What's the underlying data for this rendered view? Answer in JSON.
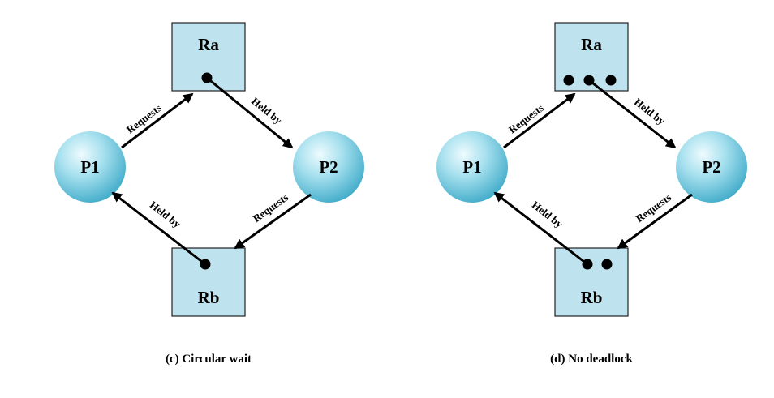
{
  "diagrams": [
    {
      "caption": "(c) Circular wait",
      "resources": [
        {
          "label": "Ra",
          "instances": 1
        },
        {
          "label": "Rb",
          "instances": 1
        }
      ],
      "processes": [
        {
          "label": "P1"
        },
        {
          "label": "P2"
        }
      ],
      "edges": [
        {
          "from": "P1",
          "to": "Ra",
          "label": "Requests"
        },
        {
          "from": "Ra",
          "to": "P2",
          "label": "Held by"
        },
        {
          "from": "P2",
          "to": "Rb",
          "label": "Requests"
        },
        {
          "from": "Rb",
          "to": "P1",
          "label": "Held by"
        }
      ]
    },
    {
      "caption": "(d) No deadlock",
      "resources": [
        {
          "label": "Ra",
          "instances": 3
        },
        {
          "label": "Rb",
          "instances": 2
        }
      ],
      "processes": [
        {
          "label": "P1"
        },
        {
          "label": "P2"
        }
      ],
      "edges": [
        {
          "from": "P1",
          "to": "Ra",
          "label": "Requests"
        },
        {
          "from": "Ra",
          "to": "P2",
          "label": "Held by"
        },
        {
          "from": "P2",
          "to": "Rb",
          "label": "Requests"
        },
        {
          "from": "Rb",
          "to": "P1",
          "label": "Held by"
        }
      ]
    }
  ],
  "colors": {
    "resource_fill": "#bfe3ee",
    "process_highlight": "#e8f8fc",
    "process_mid": "#8fd6e8",
    "process_edge": "#4fb4cf"
  }
}
